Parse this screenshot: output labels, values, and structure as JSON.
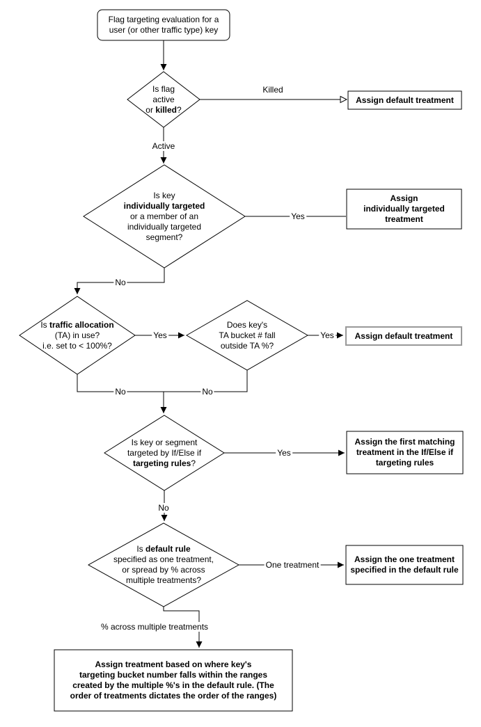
{
  "nodes": {
    "start": {
      "lines": [
        [
          {
            "t": "Flag targeting evaluation for a"
          }
        ],
        [
          {
            "t": "user (or other traffic type) key"
          }
        ]
      ]
    },
    "flag_active_decision": {
      "lines": [
        [
          {
            "t": "Is flag"
          }
        ],
        [
          {
            "t": "active"
          }
        ],
        [
          {
            "t": "or "
          },
          {
            "t": "killed",
            "b": true
          },
          {
            "t": "?"
          }
        ]
      ]
    },
    "assign_default_1": {
      "lines": [
        [
          {
            "t": "Assign default treatment",
            "b": true
          }
        ]
      ]
    },
    "individually_targeted_decision": {
      "lines": [
        [
          {
            "t": "Is key"
          }
        ],
        [
          {
            "t": "individually targeted",
            "b": true
          }
        ],
        [
          {
            "t": "or a member of an"
          }
        ],
        [
          {
            "t": "individually targeted"
          }
        ],
        [
          {
            "t": "segment?"
          }
        ]
      ]
    },
    "assign_individually_targeted": {
      "lines": [
        [
          {
            "t": "Assign",
            "b": true
          }
        ],
        [
          {
            "t": "individually targeted",
            "b": true
          }
        ],
        [
          {
            "t": "treatment",
            "b": true
          }
        ]
      ]
    },
    "traffic_allocation_decision": {
      "lines": [
        [
          {
            "t": "Is "
          },
          {
            "t": "traffic allocation",
            "b": true
          }
        ],
        [
          {
            "t": "(TA) in use?"
          }
        ],
        [
          {
            "t": "i.e. set to < 100%?"
          }
        ]
      ]
    },
    "ta_bucket_decision": {
      "lines": [
        [
          {
            "t": "Does key's"
          }
        ],
        [
          {
            "t": "TA bucket # fall"
          }
        ],
        [
          {
            "t": "outside TA %?"
          }
        ]
      ]
    },
    "assign_default_2": {
      "lines": [
        [
          {
            "t": "Assign default treatment",
            "b": true
          }
        ]
      ]
    },
    "targeting_rules_decision": {
      "lines": [
        [
          {
            "t": "Is key or segment"
          }
        ],
        [
          {
            "t": "targeted by If/Else if"
          }
        ],
        [
          {
            "t": "targeting rules",
            "b": true
          },
          {
            "t": "?"
          }
        ]
      ]
    },
    "assign_first_matching": {
      "lines": [
        [
          {
            "t": "Assign the first matching",
            "b": true
          }
        ],
        [
          {
            "t": "treatment in the If/Else if",
            "b": true
          }
        ],
        [
          {
            "t": "targeting rules",
            "b": true
          }
        ]
      ]
    },
    "default_rule_decision": {
      "lines": [
        [
          {
            "t": "Is "
          },
          {
            "t": "default rule",
            "b": true
          }
        ],
        [
          {
            "t": "specified as one treatment,"
          }
        ],
        [
          {
            "t": "or spread by % across"
          }
        ],
        [
          {
            "t": "multiple treatments?"
          }
        ]
      ]
    },
    "assign_one_treatment": {
      "lines": [
        [
          {
            "t": "Assign the one treatment",
            "b": true
          }
        ],
        [
          {
            "t": "specified in the default rule",
            "b": true
          }
        ]
      ]
    },
    "assign_ranges": {
      "lines": [
        [
          {
            "t": "Assign treatment based on where key's",
            "b": true
          }
        ],
        [
          {
            "t": "targeting bucket number falls within the ranges",
            "b": true
          }
        ],
        [
          {
            "t": "created by the multiple %'s in the default rule. (The",
            "b": true
          }
        ],
        [
          {
            "t": "order of treatments dictates the order of the ranges)",
            "b": true
          }
        ]
      ]
    }
  },
  "edge_labels": {
    "killed": "Killed",
    "active": "Active",
    "yes_individual": "Yes",
    "no_individual": "No",
    "yes_ta": "Yes",
    "yes_bucket": "Yes",
    "no_ta": "No",
    "no_bucket": "No",
    "yes_rules": "Yes",
    "no_rules": "No",
    "one_treatment": "One treatment",
    "pct_multiple": "% across multiple treatments"
  },
  "colors": {
    "background": "#ffffff",
    "stroke": "#000000",
    "text": "#000000",
    "assign_default_2_border": "#999999"
  }
}
